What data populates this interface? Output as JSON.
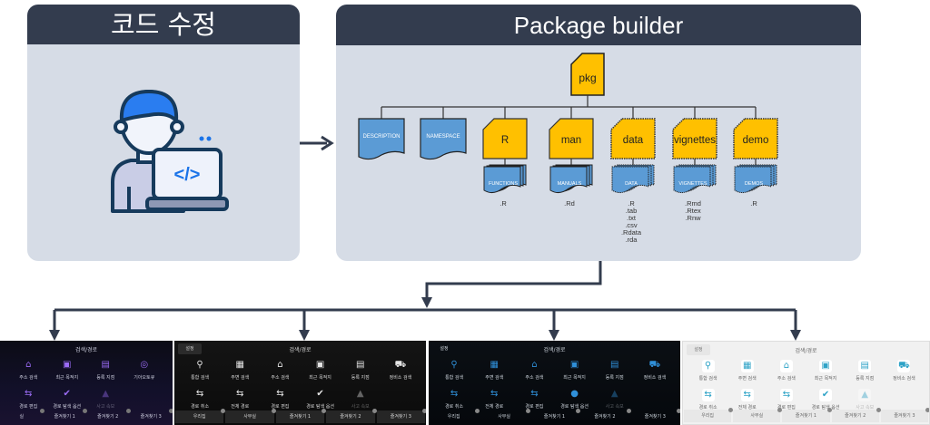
{
  "colors": {
    "panel_header": "#333c4e",
    "panel_body": "#d6dce6",
    "folder_yellow": "#ffc000",
    "file_blue": "#5b9bd5",
    "arrow": "#333c4e",
    "icon_blue": "#1a73e8"
  },
  "code_panel": {
    "title": "코드 수정",
    "icon": "developer-laptop-icon",
    "icon_code_glyph": "</>"
  },
  "package_panel": {
    "title": "Package builder",
    "root": "pkg",
    "files": [
      {
        "label": "DESCRIPTION"
      },
      {
        "label": "NAMESPACE"
      }
    ],
    "folders": [
      {
        "label": "R",
        "style": "solid",
        "child": "FUNCTIONS",
        "extensions": [
          ".R"
        ]
      },
      {
        "label": "man",
        "style": "solid",
        "child": "MANUALS",
        "extensions": [
          ".Rd"
        ]
      },
      {
        "label": "data",
        "style": "dotted",
        "child": "DATA",
        "extensions": [
          ".R",
          ".tab",
          ".txt",
          ".csv",
          ".Rdata",
          ".rda"
        ]
      },
      {
        "label": "vignettes",
        "style": "dotted",
        "child": "VIGNETTES",
        "extensions": [
          ".Rmd",
          ".Rtex",
          ".Rnw"
        ]
      },
      {
        "label": "demo",
        "style": "dotted",
        "child": "DEMOS",
        "extensions": [
          ".R"
        ]
      }
    ]
  },
  "screens": [
    {
      "theme": "purple-dark",
      "title": "검색/경로",
      "items": [
        {
          "label": "주소 검색",
          "icon": "home-search-icon",
          "glyph": "⌂"
        },
        {
          "label": "최근 목적지",
          "icon": "recent-folder-icon",
          "glyph": "▣"
        },
        {
          "label": "등록 지점",
          "icon": "saved-place-icon",
          "glyph": "▤"
        },
        {
          "label": "기아오토큐",
          "icon": "service-search-icon",
          "glyph": "◎"
        },
        {
          "label": "경로 편집",
          "icon": "route-edit-icon",
          "glyph": "⇆"
        },
        {
          "label": "경로 탐색 옵션",
          "icon": "route-option-icon",
          "glyph": "✔"
        },
        {
          "label": "사고 속보",
          "icon": "accident-alert-icon",
          "glyph": "▲",
          "disabled": true
        }
      ],
      "favorites": [
        "실",
        "즐겨찾기 1",
        "즐겨찾기 2",
        "즐겨찾기 3"
      ]
    },
    {
      "theme": "gray-dark",
      "tab": "설정",
      "title": "검색/경로",
      "items": [
        {
          "label": "통합 검색",
          "icon": "search-icon",
          "glyph": "⚲"
        },
        {
          "label": "주변 검색",
          "icon": "nearby-search-icon",
          "glyph": "▦"
        },
        {
          "label": "주소 검색",
          "icon": "home-search-icon",
          "glyph": "⌂"
        },
        {
          "label": "최근 목적지",
          "icon": "recent-folder-icon",
          "glyph": "▣"
        },
        {
          "label": "등록 지점",
          "icon": "saved-place-icon",
          "glyph": "▤"
        },
        {
          "label": "정비소 검색",
          "icon": "car-service-icon",
          "glyph": "⛟"
        },
        {
          "label": "경로 취소",
          "icon": "route-cancel-icon",
          "glyph": "⇆"
        },
        {
          "label": "전체 경로",
          "icon": "full-route-icon",
          "glyph": "⇆"
        },
        {
          "label": "경로 편집",
          "icon": "route-edit-icon",
          "glyph": "⇆"
        },
        {
          "label": "경로 탐색 옵션",
          "icon": "route-option-icon",
          "glyph": "✔"
        },
        {
          "label": "사고 속보",
          "icon": "accident-alert-icon",
          "glyph": "▲",
          "disabled": true
        }
      ],
      "favorites": [
        "우리집",
        "사무실",
        "즐겨찾기 1",
        "즐겨찾기 2",
        "즐겨찾기 3"
      ]
    },
    {
      "theme": "blue-dark",
      "tab": "설정",
      "title": "검색/경로",
      "items": [
        {
          "label": "통합 검색",
          "icon": "search-icon",
          "glyph": "⚲"
        },
        {
          "label": "주변 검색",
          "icon": "nearby-search-icon",
          "glyph": "▦"
        },
        {
          "label": "주소 검색",
          "icon": "home-search-icon",
          "glyph": "⌂"
        },
        {
          "label": "최근 목적지",
          "icon": "recent-folder-icon",
          "glyph": "▣"
        },
        {
          "label": "등록 지점",
          "icon": "saved-place-icon",
          "glyph": "▤"
        },
        {
          "label": "정비소 검색",
          "icon": "car-service-icon",
          "glyph": "⛟"
        },
        {
          "label": "경로 취소",
          "icon": "route-cancel-icon",
          "glyph": "⇆"
        },
        {
          "label": "전체 경로",
          "icon": "full-route-icon",
          "glyph": "⇆"
        },
        {
          "label": "경로 편집",
          "icon": "route-edit-icon",
          "glyph": "⇆"
        },
        {
          "label": "경로 탐색 옵션",
          "icon": "route-option-icon",
          "glyph": "●"
        },
        {
          "label": "사고 속보",
          "icon": "accident-alert-icon",
          "glyph": "▲",
          "disabled": true
        }
      ],
      "favorites": [
        "우리집",
        "사무실",
        "즐겨찾기 1",
        "즐겨찾기 2",
        "즐겨찾기 3"
      ]
    },
    {
      "theme": "light",
      "tab": "설정",
      "title": "검색/경로",
      "items": [
        {
          "label": "통합 검색",
          "icon": "search-icon",
          "glyph": "⚲"
        },
        {
          "label": "주변 검색",
          "icon": "nearby-search-icon",
          "glyph": "▦"
        },
        {
          "label": "주소 검색",
          "icon": "home-search-icon",
          "glyph": "⌂"
        },
        {
          "label": "최근 목적지",
          "icon": "recent-folder-icon",
          "glyph": "▣"
        },
        {
          "label": "등록 지점",
          "icon": "saved-place-icon",
          "glyph": "▤"
        },
        {
          "label": "정비소 검색",
          "icon": "car-service-icon",
          "glyph": "⛟"
        },
        {
          "label": "경로 취소",
          "icon": "route-cancel-icon",
          "glyph": "⇆"
        },
        {
          "label": "전체 경로",
          "icon": "full-route-icon",
          "glyph": "⇆"
        },
        {
          "label": "경로 편집",
          "icon": "route-edit-icon",
          "glyph": "⇆"
        },
        {
          "label": "경로 탐색 옵션",
          "icon": "route-option-icon",
          "glyph": "✔"
        },
        {
          "label": "사고 속보",
          "icon": "accident-alert-icon",
          "glyph": "▲",
          "disabled": true
        }
      ],
      "favorites": [
        "우리집",
        "사무실",
        "즐겨찾기 1",
        "즐겨찾기 2",
        "즐겨찾기 3"
      ]
    }
  ]
}
